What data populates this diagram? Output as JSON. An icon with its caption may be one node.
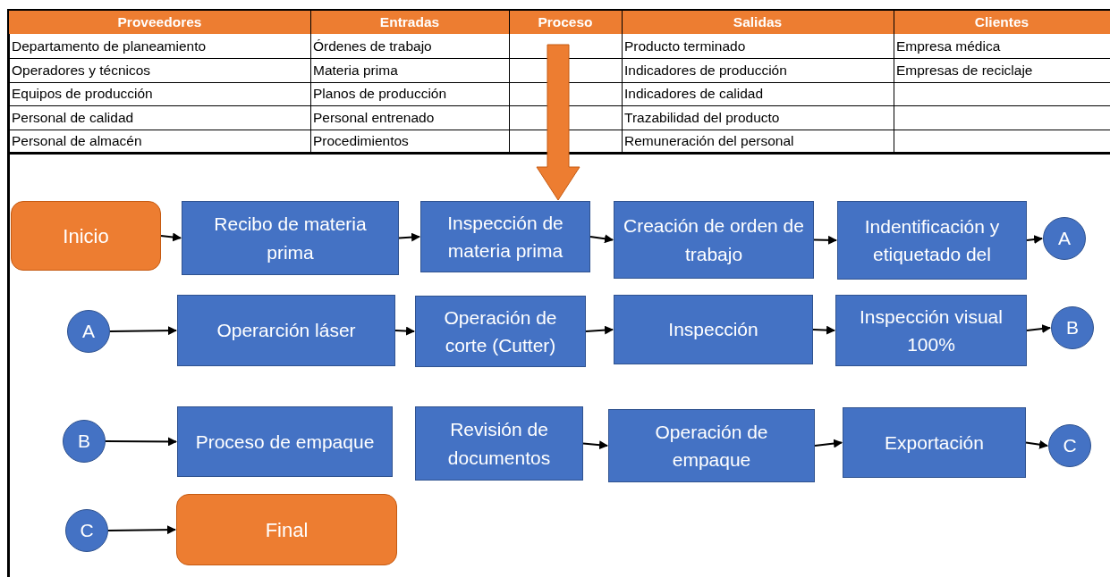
{
  "diagram": {
    "nodes": [
      {
        "text": [
          "Inicio"
        ]
      },
      {
        "text": [
          "Recibo de materia prima"
        ]
      },
      {
        "text": [
          "Inspección de materia prima"
        ]
      },
      {
        "text": [
          "Creación de orden de trabajo"
        ]
      },
      {
        "text": [
          "Indentificación y etiquetado del"
        ]
      },
      {
        "text": [
          "A"
        ]
      },
      {
        "text": [
          "A"
        ]
      },
      {
        "text": [
          "Operarción láser"
        ]
      },
      {
        "text": [
          "Operación de corte (Cutter)"
        ]
      },
      {
        "text": [
          "Inspección"
        ]
      },
      {
        "text": [
          "Inspección visual 100%"
        ]
      },
      {
        "text": [
          "B"
        ]
      },
      {
        "text": [
          "B"
        ]
      },
      {
        "text": [
          "Proceso de empaque"
        ]
      },
      {
        "text": [
          "Revisión de documentos"
        ]
      },
      {
        "text": [
          "Operación de empaque"
        ]
      },
      {
        "text": [
          "Exportación"
        ]
      },
      {
        "text": [
          "C"
        ]
      },
      {
        "text": [
          "C"
        ]
      },
      {
        "text": [
          "Final"
        ]
      }
    ],
    "edges": [
      {
        "from": 0,
        "to": 1,
        "arrow": "to"
      },
      {
        "from": 1,
        "to": 2,
        "arrow": "to"
      },
      {
        "from": 2,
        "to": 3,
        "arrow": "to"
      },
      {
        "from": 3,
        "to": 4,
        "arrow": "to"
      },
      {
        "from": 4,
        "to": 5,
        "arrow": "to"
      },
      {
        "from": 6,
        "to": 7,
        "arrow": "to"
      },
      {
        "from": 7,
        "to": 8,
        "arrow": "to"
      },
      {
        "from": 8,
        "to": 9,
        "arrow": "to"
      },
      {
        "from": 9,
        "to": 10,
        "arrow": "to"
      },
      {
        "from": 10,
        "to": 11,
        "arrow": "to"
      },
      {
        "from": 12,
        "to": 13,
        "arrow": "to"
      },
      {
        "from": 14,
        "to": 15,
        "arrow": "to"
      },
      {
        "from": 15,
        "to": 16,
        "arrow": "to"
      },
      {
        "from": 16,
        "to": 17,
        "arrow": "to"
      },
      {
        "from": 18,
        "to": 19,
        "arrow": "to"
      },
      {
        "from": null,
        "to": 2,
        "arrow": "to",
        "style": "thick",
        "color": "#ed7d31"
      }
    ],
    "labels": [
      "Proveedores",
      "Entradas",
      "Proceso",
      "Salidas",
      "Clientes",
      "Departamento de planeamiento",
      "Órdenes de trabajo",
      "Producto terminado",
      "Empresa médica",
      "Operadores y técnicos",
      "Materia prima",
      "Indicadores de producción",
      "Empresas de reciclaje",
      "Equipos de producción",
      "Planos de producción",
      "Indicadores de calidad",
      "Personal de calidad",
      "Personal entrenado",
      "Trazabilidad del producto",
      "Personal de almacén",
      "Procedimientos",
      "Remuneración del personal"
    ]
  }
}
